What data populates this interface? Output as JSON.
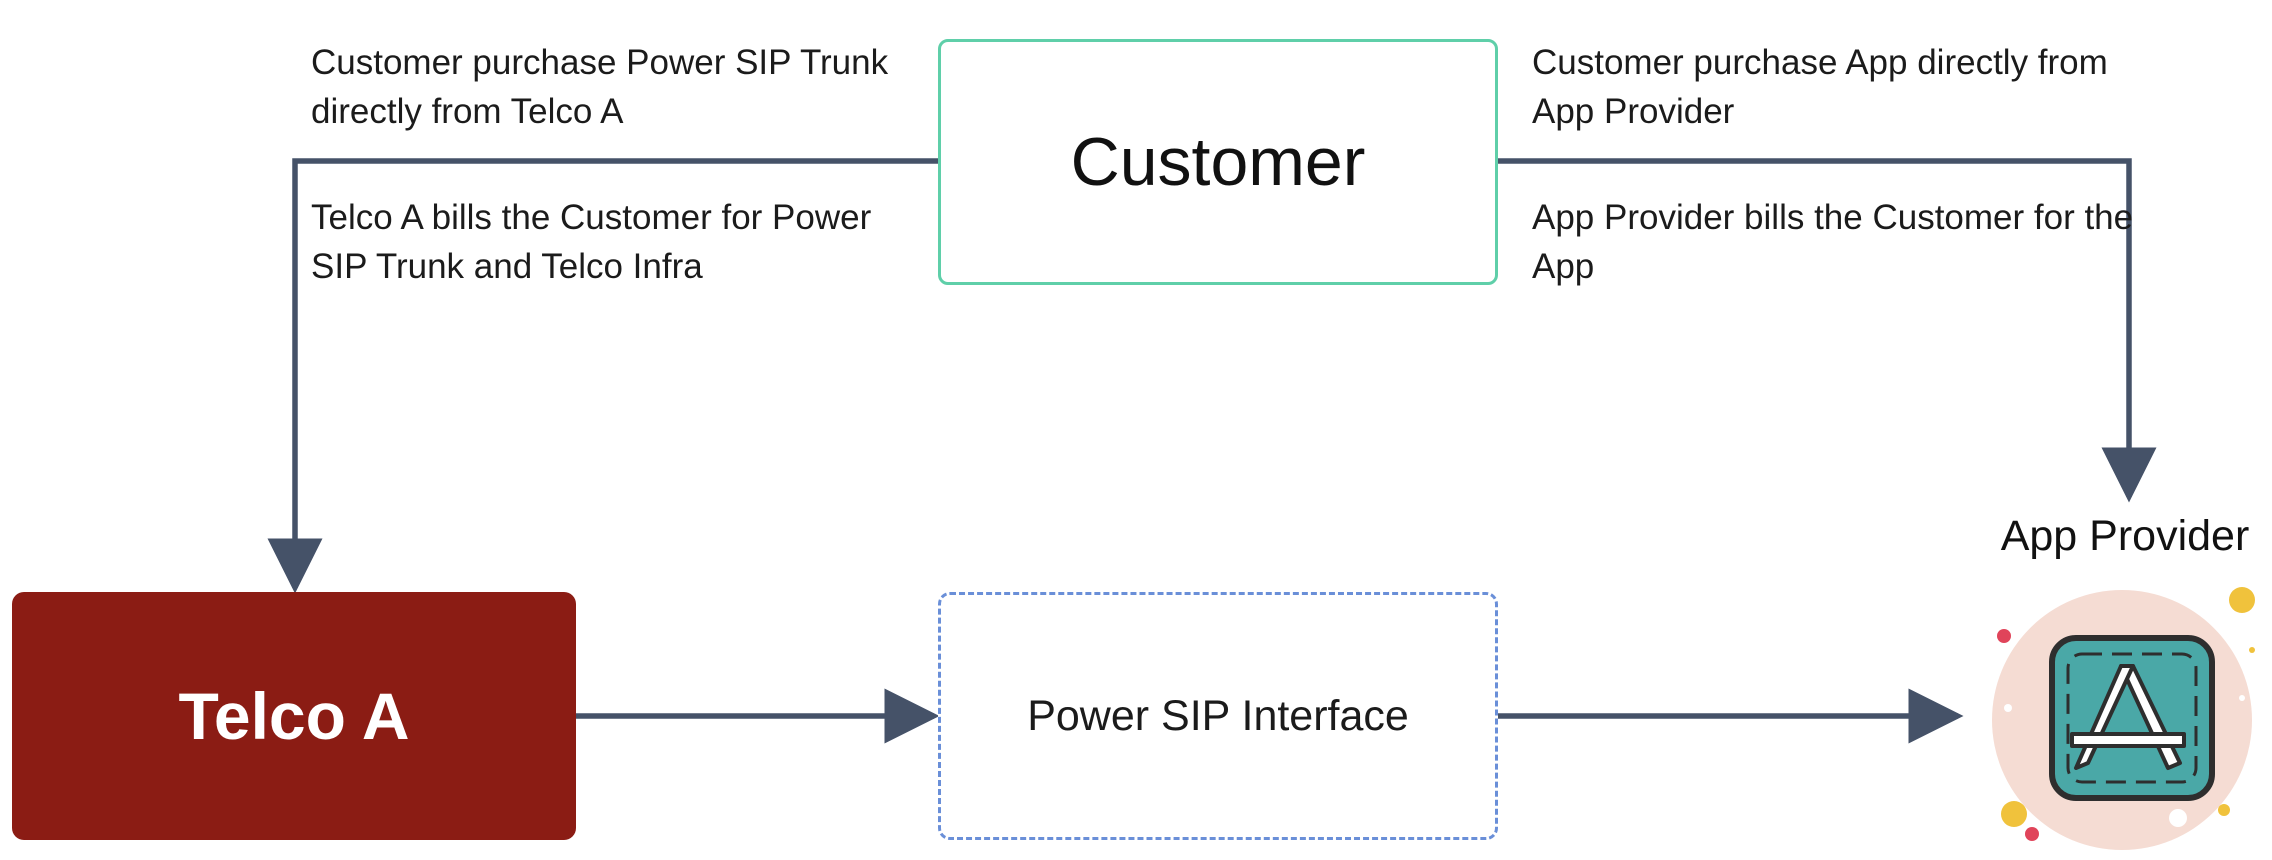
{
  "diagram": {
    "customer_label": "Customer",
    "telco_label": "Telco A",
    "sip_label": "Power SIP Interface",
    "app_provider_label": "App Provider",
    "note_purchase_sip": "Customer purchase Power SIP Trunk directly from Telco A",
    "note_bill_telco": "Telco A bills the Customer for Power SIP Trunk and Telco Infra",
    "note_purchase_app": "Customer purchase App directly from App Provider",
    "note_bill_app": "App Provider bills the Customer for the App"
  },
  "colors": {
    "connector": "#455268",
    "customer_border": "#5fcfa9",
    "telco_fill": "#8b1c14",
    "sip_border": "#6a8fd8",
    "app_bg_circle": "#f5dcd3",
    "app_tile": "#4aa8a7",
    "app_tile_border": "#2e2e2e"
  },
  "icons": {
    "app_provider": "app-store-icon"
  }
}
